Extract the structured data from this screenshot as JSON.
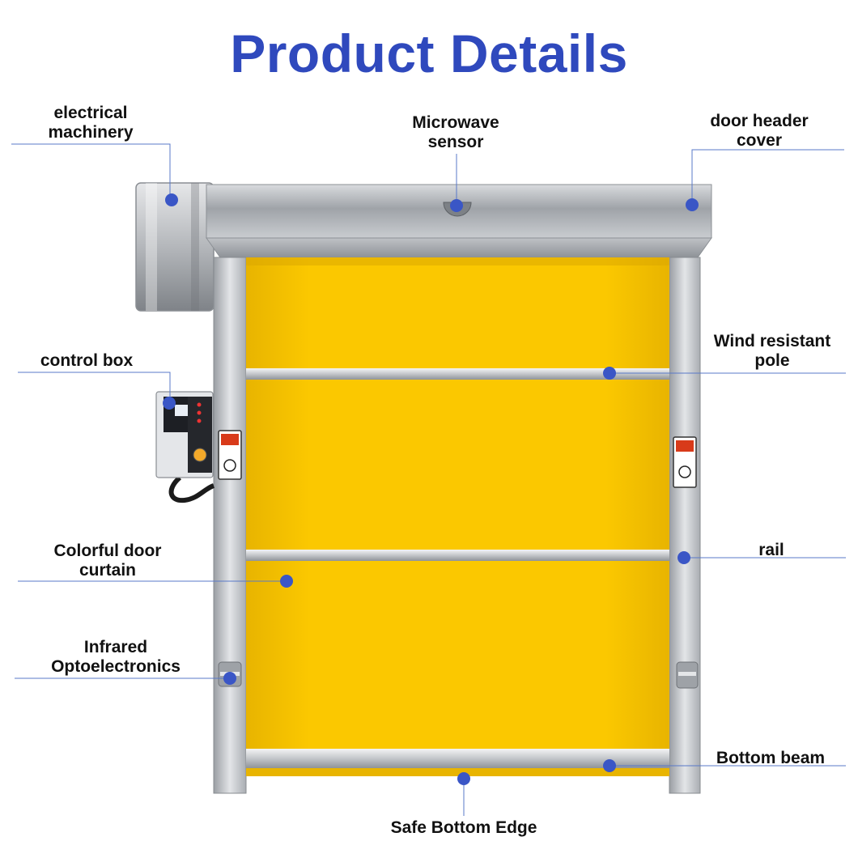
{
  "title": "Product Details",
  "colors": {
    "title": "#2f49bd",
    "dot": "#3a56c6",
    "leader": "#5878c8",
    "curtain": "#f9c600",
    "steel": "#c8cbcf"
  },
  "labels": {
    "electrical_machinery": [
      "electrical",
      "machinery"
    ],
    "microwave_sensor": [
      "Microwave",
      "sensor"
    ],
    "door_header_cover": [
      "door header",
      "cover"
    ],
    "control_box": [
      "control box"
    ],
    "wind_resistant_pole": [
      "Wind resistant",
      "pole"
    ],
    "colorful_door_curtain": [
      "Colorful door",
      "curtain"
    ],
    "rail": [
      "rail"
    ],
    "infrared_optoelectronics": [
      "Infrared",
      "Optoelectronics"
    ],
    "bottom_beam": [
      "Bottom beam"
    ],
    "safe_bottom_edge": [
      "Safe Bottom Edge"
    ]
  }
}
